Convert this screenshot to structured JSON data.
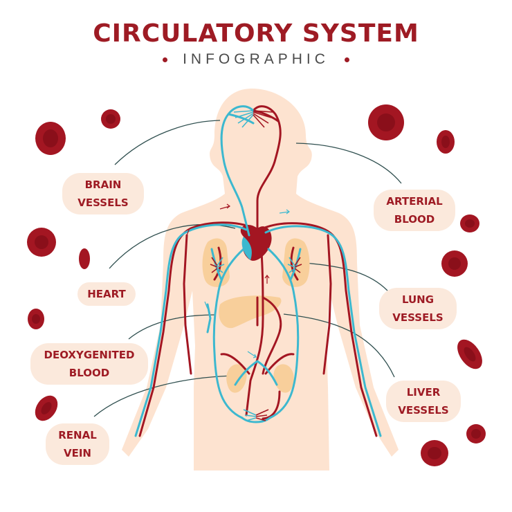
{
  "header": {
    "title": "CIRCULATORY SYSTEM",
    "subtitle": "INFOGRAPHIC"
  },
  "labels": {
    "brain_vessels": [
      "BRAIN",
      "VESSELS"
    ],
    "arterial_blood": [
      "ARTERIAL",
      "BLOOD"
    ],
    "heart": [
      "HEART"
    ],
    "lung_vessels": [
      "LUNG",
      "VESSELS"
    ],
    "deoxygenited_blood": [
      "DEOXYGENITED",
      "BLOOD"
    ],
    "liver_vessels": [
      "LIVER",
      "VESSELS"
    ],
    "renal_vein": [
      "RENAL",
      "VEIN"
    ]
  },
  "colors": {
    "title": "#9e1b24",
    "artery": "#a31622",
    "vein": "#3cb8cf",
    "body": "#fde3d0",
    "organ": "#f8cf9b",
    "label_bg": "#fbe9dc",
    "cell": "#a31622"
  }
}
